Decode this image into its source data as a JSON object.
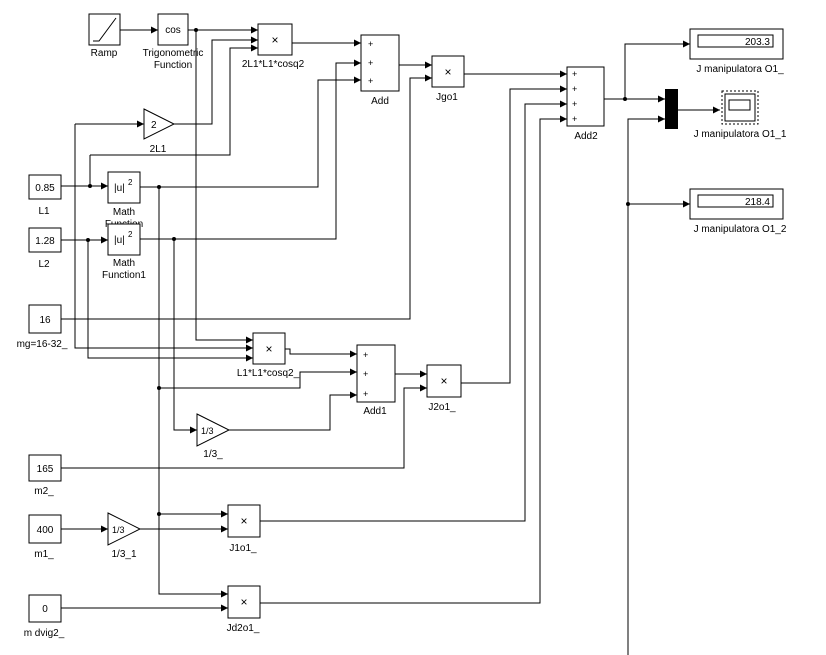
{
  "blocks": {
    "ramp": {
      "label": "Ramp"
    },
    "trig": {
      "icon": "cos",
      "label1": "Trigonometric",
      "label2": "Function"
    },
    "mul_2l1": {
      "icon": "×",
      "label": "2L1*L1*cosq2"
    },
    "gain_2l1": {
      "icon": "2",
      "label": "2L1"
    },
    "add": {
      "label": "Add",
      "ports": [
        "+",
        "+",
        "+"
      ]
    },
    "jgo1": {
      "icon": "×",
      "label": "Jgo1"
    },
    "add2": {
      "label": "Add2",
      "ports": [
        "+",
        "+",
        "+",
        "+"
      ]
    },
    "const_l1": {
      "value": "0.85",
      "label": "L1"
    },
    "const_l2": {
      "value": "1.28",
      "label": "L2"
    },
    "math_fn": {
      "icon": "|u|",
      "exp": "2",
      "label1": "Math",
      "label2": "Function"
    },
    "math_fn1": {
      "icon": "|u|",
      "exp": "2",
      "label1": "Math",
      "label2": "Function1"
    },
    "const_mg": {
      "value": "16",
      "label": "mg=16-32_"
    },
    "mul_l1l1": {
      "icon": "×",
      "label": "L1*L1*cosq2_"
    },
    "add1": {
      "label": "Add1",
      "ports": [
        "+",
        "+",
        "+"
      ]
    },
    "j2o1": {
      "icon": "×",
      "label": "J2o1_"
    },
    "gain_third": {
      "icon": "1/3",
      "label": "1/3_"
    },
    "const_m2": {
      "value": "165",
      "label": "m2_"
    },
    "const_m1": {
      "value": "400",
      "label": "m1_"
    },
    "gain_third_1": {
      "icon": "1/3",
      "label": "1/3_1"
    },
    "j1o1": {
      "icon": "×",
      "label": "J1o1_"
    },
    "const_mdvig2": {
      "value": "0",
      "label": "m dvig2_"
    },
    "jd2o1": {
      "icon": "×",
      "label": "Jd2o1_"
    },
    "display_1": {
      "value": "203.3",
      "label": "J manipulatora O1_"
    },
    "scope": {
      "label": "J manipulatora O1_1"
    },
    "display_2": {
      "value": "218.4",
      "label": "J manipulatora O1_2"
    }
  }
}
